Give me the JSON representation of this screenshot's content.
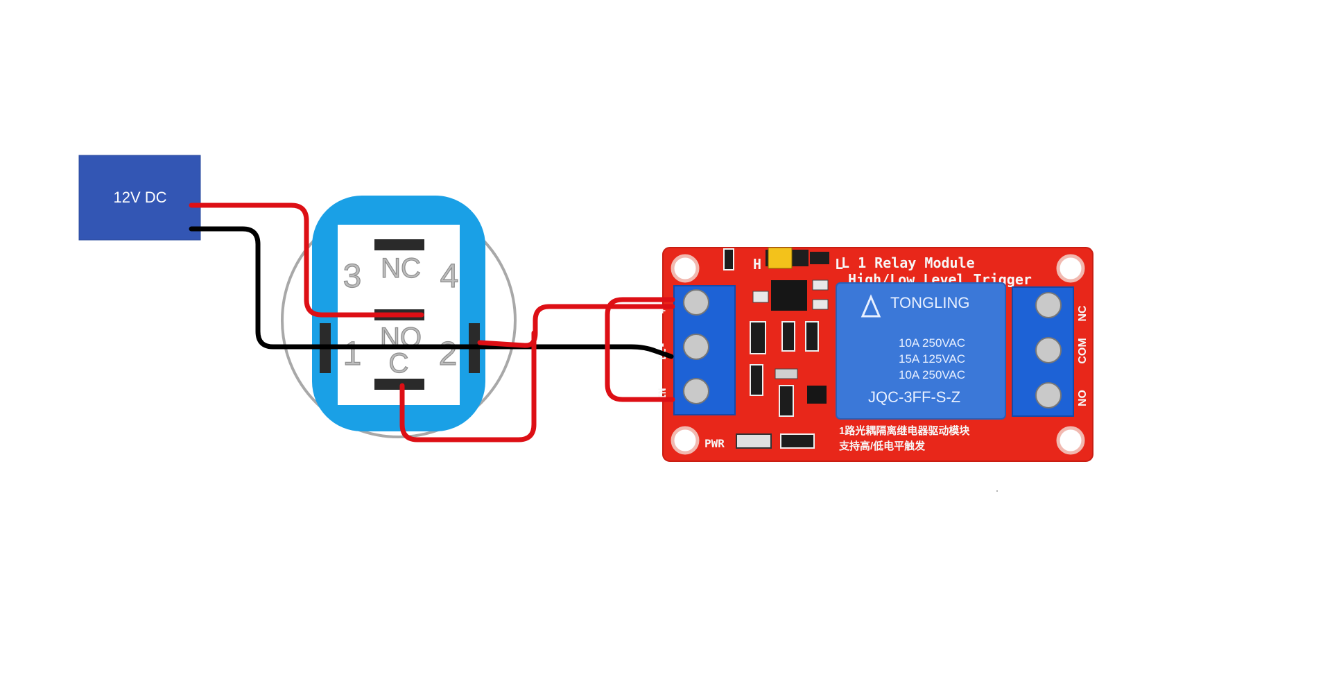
{
  "power_source": {
    "label": "12V DC"
  },
  "switch": {
    "pin_numbers": [
      "3",
      "4",
      "1",
      "2"
    ],
    "contact_labels": [
      "NC",
      "NO",
      "C"
    ]
  },
  "relay": {
    "title": "L 1 Relay Module",
    "subtitle": "High/Low Level Trigger",
    "jumper_h": "H",
    "jumper_l": "L",
    "brand": "TONGLING",
    "ratings": [
      "10A 250VAC",
      "15A 125VAC",
      "10A 250VAC"
    ],
    "model": "JQC-3FF-S-Z",
    "cn_line1": "1路光耦隔离继电器驱动模块",
    "cn_line2": "支持高/低电平触发",
    "pwr_label": "PWR",
    "input_pins": [
      "+",
      "DC-",
      "IN"
    ],
    "output_pins": [
      "NC",
      "COM",
      "NO"
    ]
  },
  "colors": {
    "power_box": "#3356b4",
    "switch_body": "#1aa0e6",
    "relay_board": "#e8271a",
    "terminal_blue": "#1d62d6",
    "relay_cube": "#3b78d8",
    "wire_red": "#dd0f15",
    "wire_black": "#000000"
  }
}
